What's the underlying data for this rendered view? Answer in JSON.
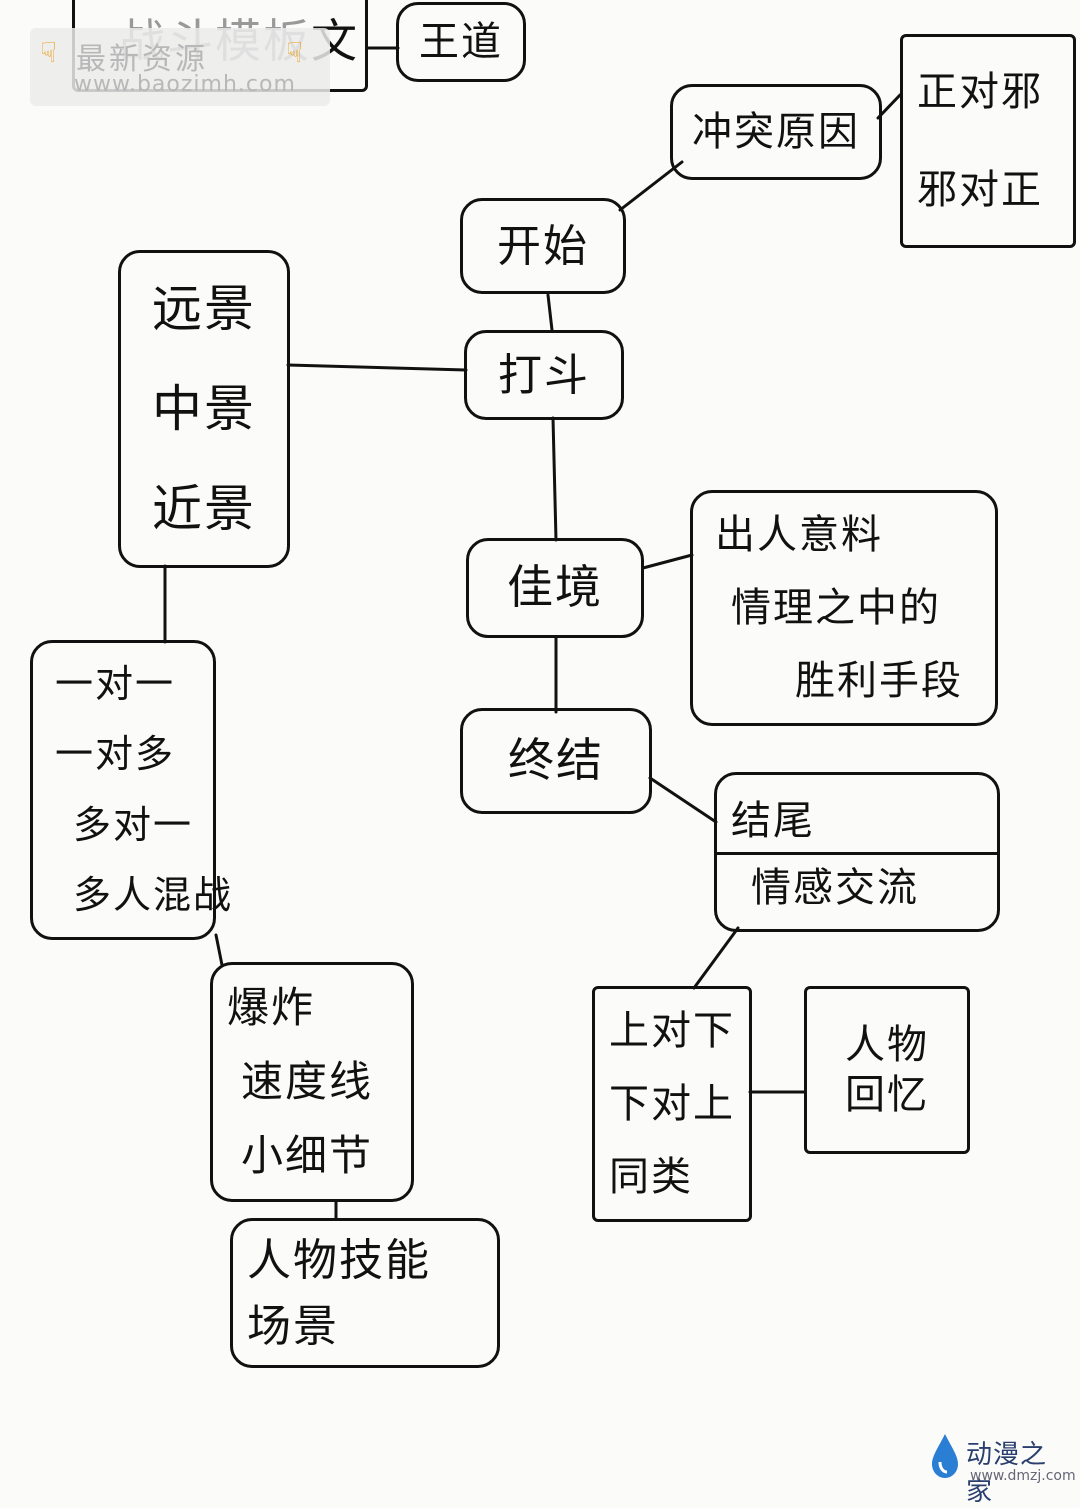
{
  "header": {
    "title_partial": "战斗模板",
    "title_tail": "文",
    "wangdao": "王道"
  },
  "watermark": {
    "line1": "最新资源",
    "line2": "www.baozimh.com"
  },
  "nodes": {
    "chongtu": "冲突原因",
    "zhengxie": [
      "正对邪",
      "邪对正"
    ],
    "kaishi": "开始",
    "dadou": "打斗",
    "jingbie": [
      "远景",
      "中景",
      "近景"
    ],
    "duizhan": [
      "一对一",
      "一对多",
      "多对一",
      "多人混战"
    ],
    "baozha": [
      "爆炸",
      "速度线",
      "小细节"
    ],
    "renwu": [
      "人物技能",
      "场景"
    ],
    "jiajing": "佳境",
    "chuyi": [
      "出人意料",
      "情理之中的",
      "胜利手段"
    ],
    "zhongjie": "终结",
    "jiewei_title": "结尾",
    "jiewei_body": "情感交流",
    "shangxia": [
      "上对下",
      "下对上",
      "同类"
    ],
    "huiyi": [
      "人物",
      "回忆"
    ]
  },
  "logo": {
    "brand": "动漫之家",
    "url": "www.dmzj.com"
  },
  "colors": {
    "ink": "#111111",
    "paper": "#fbfbf9",
    "logo_blue": "#2a7fd4",
    "watermark_hand": "#e9a020"
  }
}
